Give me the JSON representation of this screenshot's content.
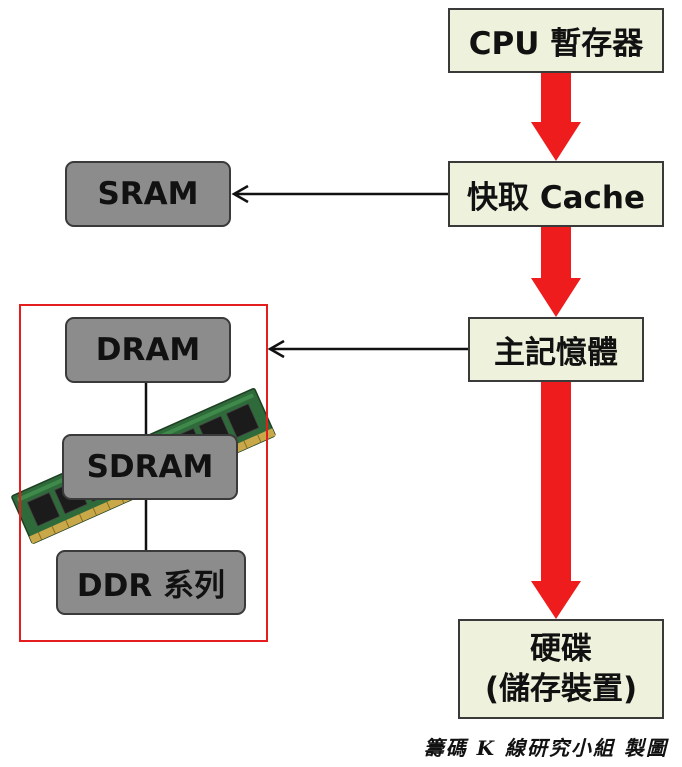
{
  "diagram": {
    "cpu_register": "CPU 暫存器",
    "cache": "快取 Cache",
    "main_memory": "主記憶體",
    "disk_line1": "硬碟",
    "disk_line2": "(儲存裝置)",
    "sram": "SRAM",
    "dram": "DRAM",
    "sdram": "SDRAM",
    "ddr_series": "DDR 系列"
  },
  "credit": "籌碼 K 線研究小組 製圖",
  "colors": {
    "level_box_fill": "#eef2dc",
    "memory_type_fill": "#8c8c8c",
    "flow_arrow": "#ee1c1c",
    "group_frame": "#e41e1e",
    "pointer_arrow": "#111111"
  }
}
